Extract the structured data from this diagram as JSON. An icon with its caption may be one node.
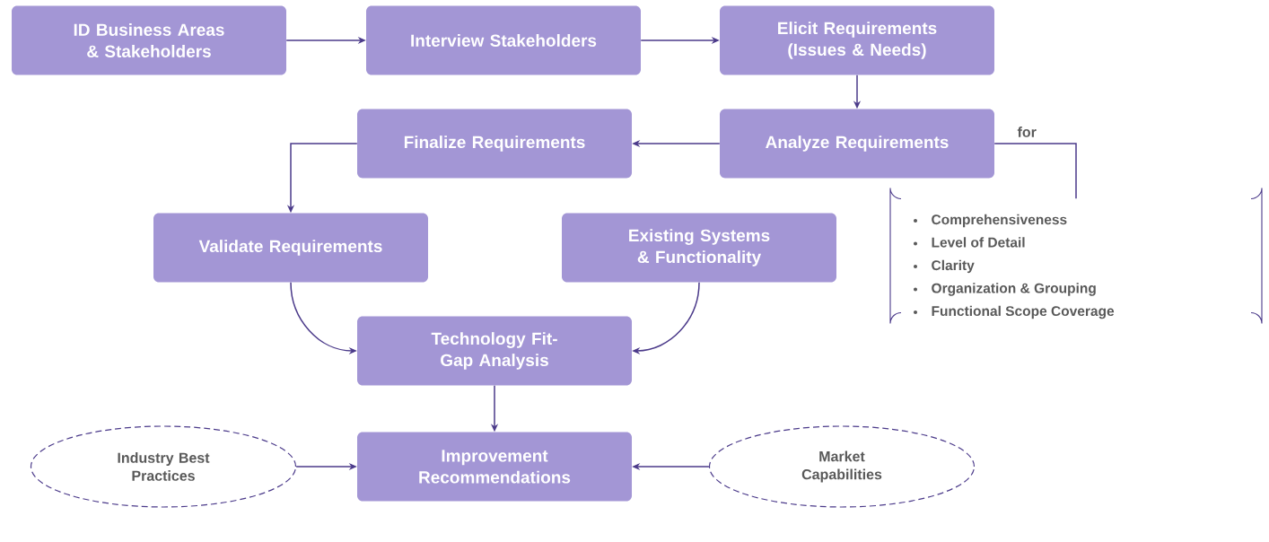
{
  "diagram": {
    "nodes": [
      {
        "text": [
          "ID Business Areas & Stakeholders"
        ]
      },
      {
        "text": [
          "Interview Stakeholders"
        ]
      },
      {
        "text": [
          "Elicit Requirements (Issues & Needs)"
        ]
      },
      {
        "text": [
          "Analyze Requirements"
        ]
      },
      {
        "text": [
          "Finalize Requirements"
        ]
      },
      {
        "text": [
          "Validate Requirements"
        ]
      },
      {
        "text": [
          "Existing Systems & Functionality"
        ]
      },
      {
        "text": [
          "Technology Fit-Gap Analysis"
        ]
      },
      {
        "text": [
          "Improvement Recommendations"
        ]
      },
      {
        "text": [
          "Industry Best Practices"
        ]
      },
      {
        "text": [
          "Market Capabilities"
        ]
      },
      {
        "text": [
          "Comprehensiveness",
          "Level of Detail",
          "Clarity",
          "Organization & Grouping",
          "Functional Scope Coverage"
        ]
      }
    ],
    "edges": [
      {
        "from": 0,
        "to": 1,
        "arrow": "to"
      },
      {
        "from": 1,
        "to": 2,
        "arrow": "to"
      },
      {
        "from": 2,
        "to": 3,
        "arrow": "to"
      },
      {
        "from": 3,
        "to": 4,
        "arrow": "to"
      },
      {
        "from": 4,
        "to": 5,
        "arrow": "to"
      },
      {
        "from": 5,
        "to": 7,
        "arrow": "to"
      },
      {
        "from": 6,
        "to": 7,
        "arrow": "to"
      },
      {
        "from": 7,
        "to": 8,
        "arrow": "to"
      },
      {
        "from": 9,
        "to": 8,
        "arrow": "to"
      },
      {
        "from": 10,
        "to": 8,
        "arrow": "to"
      },
      {
        "from": 3,
        "to": 11,
        "arrow": "none",
        "label": "for"
      }
    ]
  }
}
